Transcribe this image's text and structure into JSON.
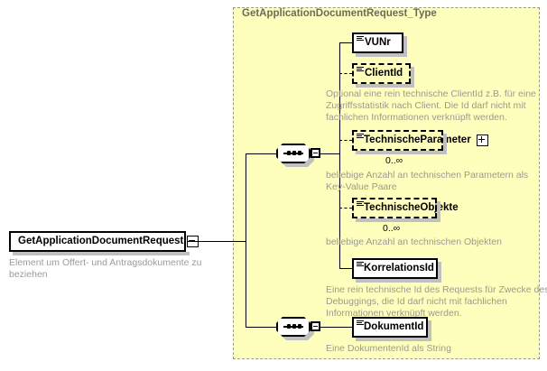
{
  "diagram": {
    "kind": "xsd-schema-diagram",
    "type_container": {
      "title": "GetApplicationDocumentRequest_Type",
      "fill_color": "#ffffbd",
      "border_style": "dashed"
    },
    "root_element": {
      "name": "GetApplicationDocumentRequest",
      "toggle": "minus",
      "annotation": "Element um Offert- und Antragsdokumente zu beziehen"
    },
    "compositors": [
      {
        "id": "sequence-top",
        "symbol": "sequence",
        "toggle": "minus"
      },
      {
        "id": "sequence-bottom",
        "symbol": "sequence",
        "toggle": "minus"
      }
    ],
    "elements": [
      {
        "name": "VUNr",
        "occurrence": "required",
        "border": "solid",
        "cardinality": "",
        "annotation": "",
        "expandable": false
      },
      {
        "name": "ClientId",
        "occurrence": "optional",
        "border": "dashed",
        "cardinality": "",
        "annotation": "Optional eine rein technische ClientId z.B. für eine\nZugriffsstatistik nach Client. Die Id darf nicht mit\nfachlichen Informationen verknüpft werden.",
        "expandable": false
      },
      {
        "name": "TechnischeParameter",
        "occurrence": "optional",
        "border": "dashed",
        "cardinality": "0..∞",
        "annotation": "beliebige Anzahl an technischen Parametern als\nKey-Value Paare",
        "expandable": true,
        "expand_toggle": "plus"
      },
      {
        "name": "TechnischeObjekte",
        "occurrence": "optional",
        "border": "dashed",
        "cardinality": "0..∞",
        "annotation": "beliebige Anzahl an technischen Objekten",
        "expandable": false
      },
      {
        "name": "KorrelationsId",
        "occurrence": "required",
        "border": "solid",
        "cardinality": "",
        "annotation": "Eine rein technische Id des Requests für Zwecke des\nDebuggings, die Id darf nicht mit fachlichen\nInformationen verknüpft werden.",
        "expandable": false
      },
      {
        "name": "DokumentId",
        "occurrence": "required",
        "border": "solid",
        "cardinality": "",
        "annotation": "Eine DokumentenId als String",
        "expandable": false
      }
    ],
    "colors": {
      "background": "#ffffff",
      "container_fill": "#ffffbd",
      "node_fill": "#ffffff",
      "line": "#000000",
      "annotation_text": "#9a9a8c",
      "title_text": "#6b6b5a",
      "shadow": "#c0c0c0"
    }
  }
}
